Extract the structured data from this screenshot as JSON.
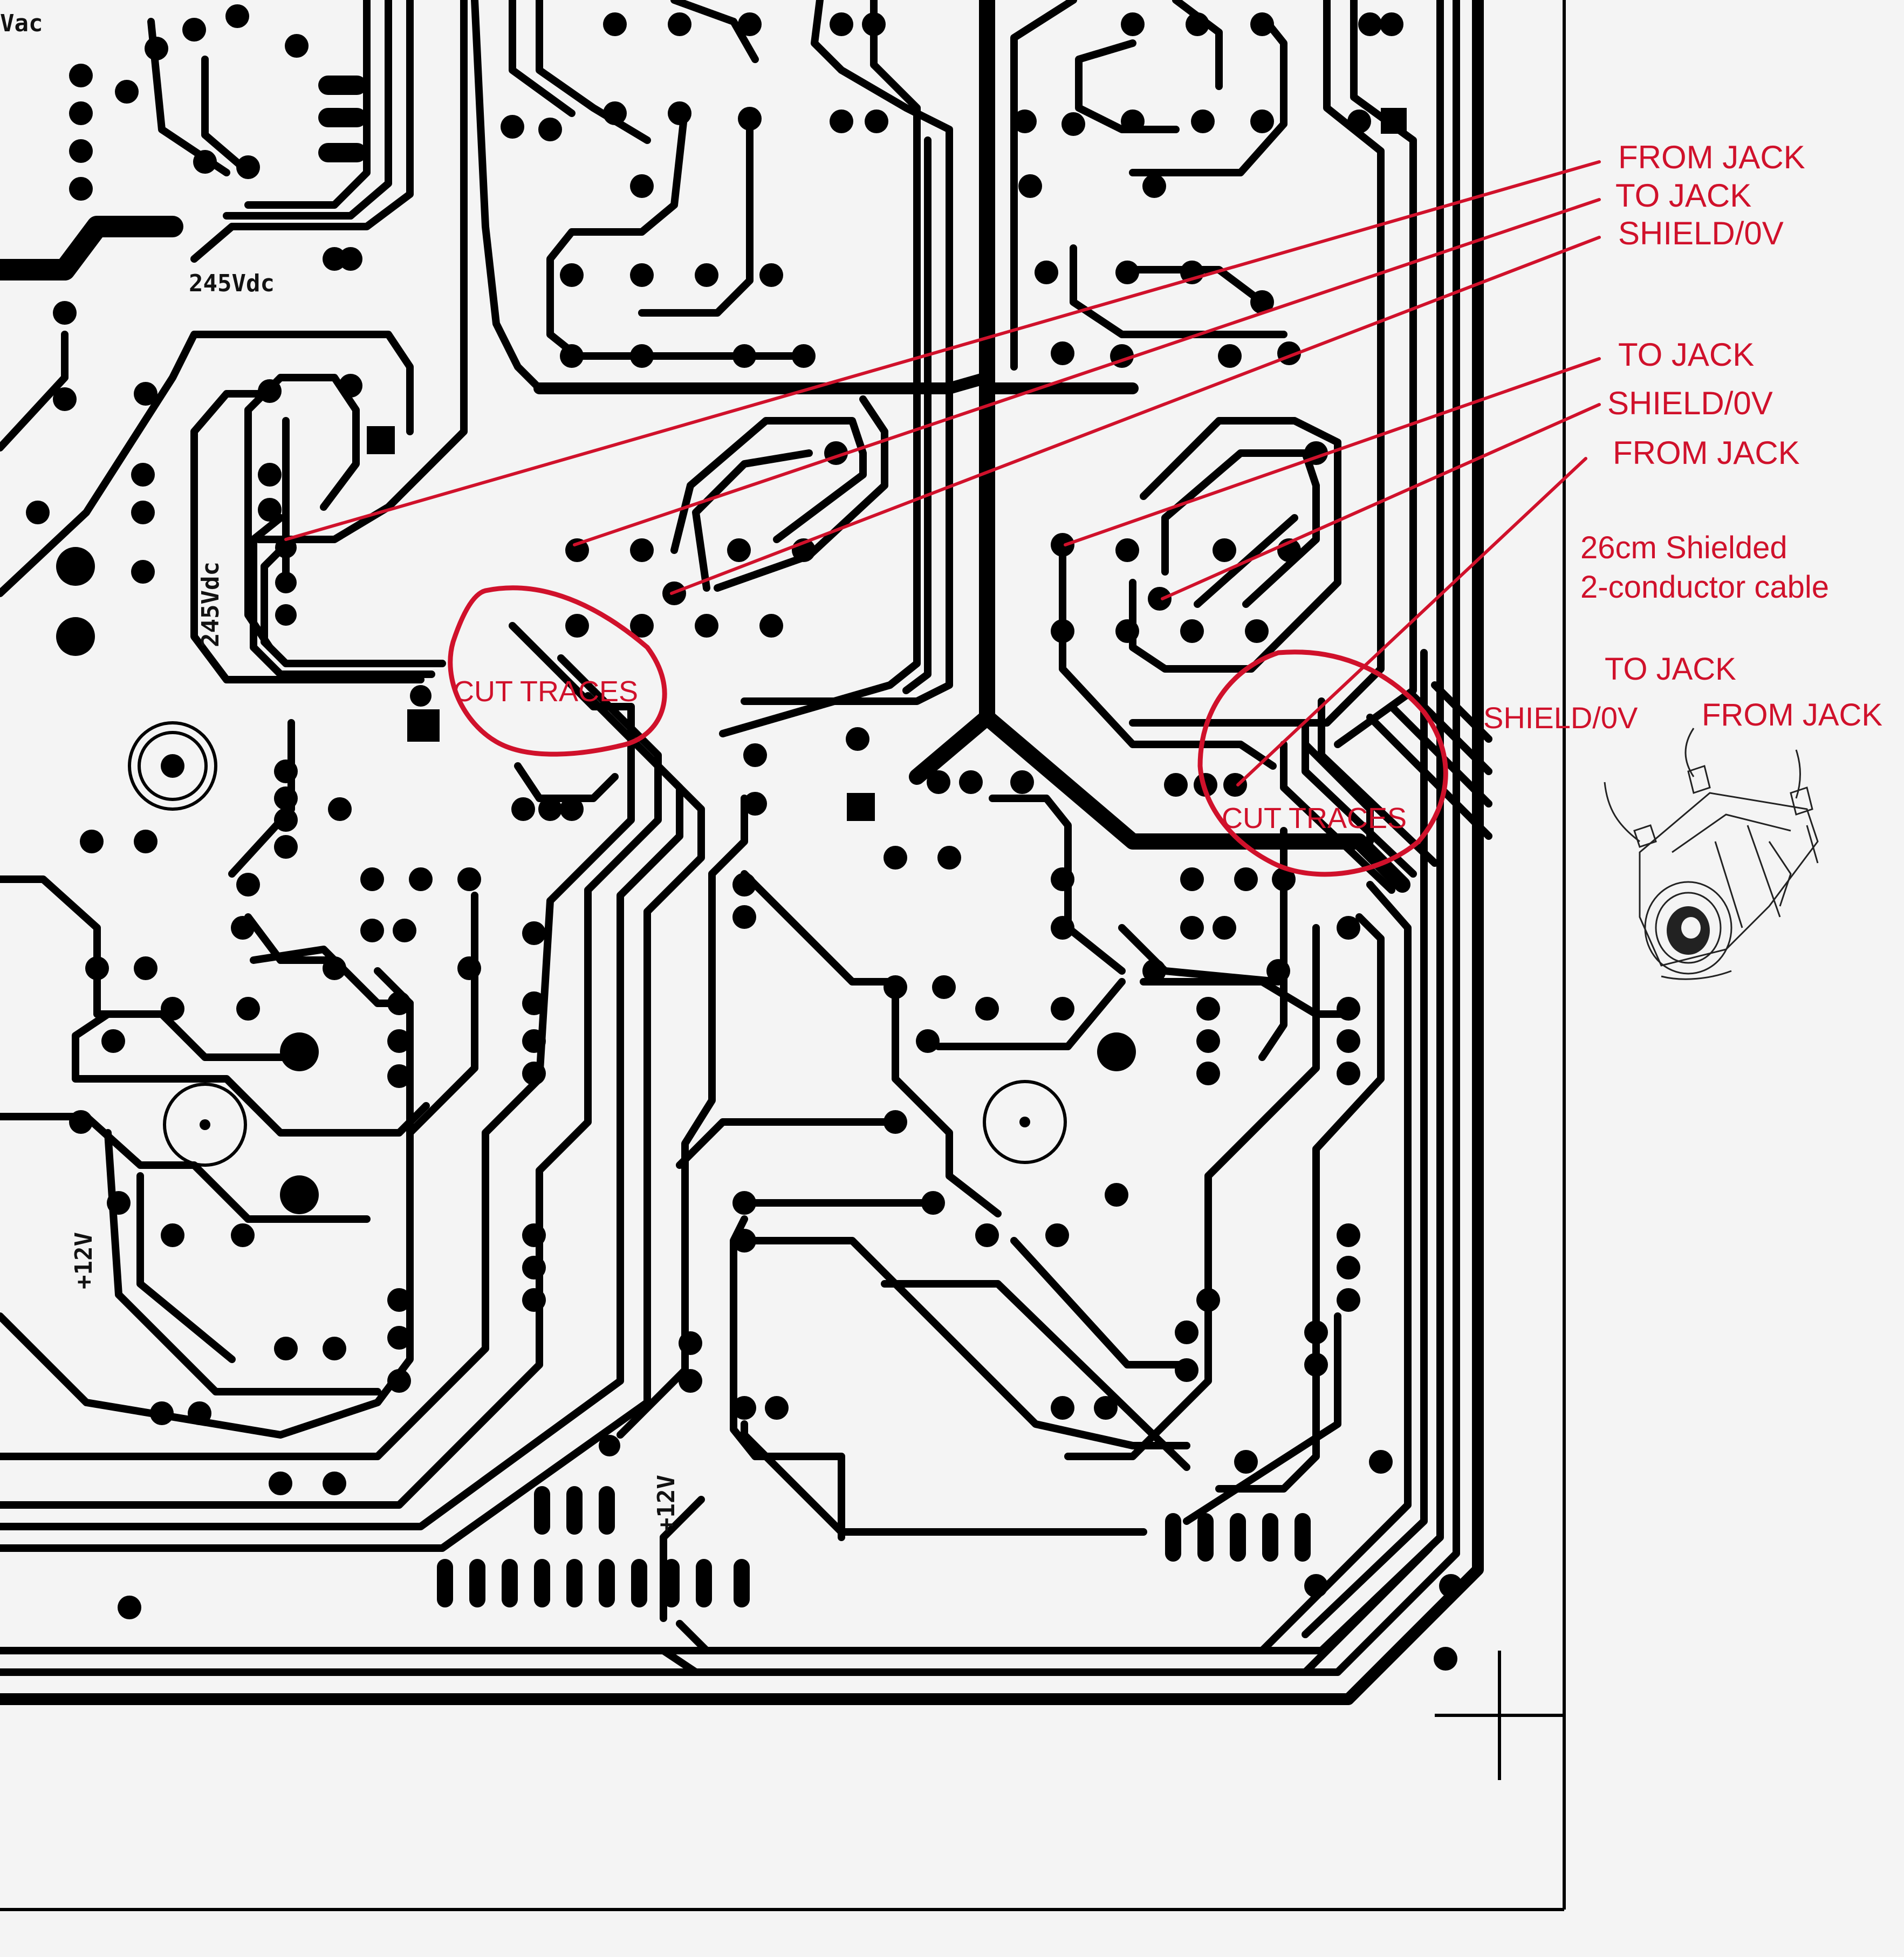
{
  "pcb_labels": {
    "vac_partial": "Vac",
    "supply_245_h": "245Vdc",
    "supply_245_v": "245Vdc",
    "supply_12_left": "+12V",
    "supply_12_mid": "+12V"
  },
  "annotations": {
    "left_group": [
      "FROM JACK",
      "TO JACK",
      "SHIELD/0V"
    ],
    "right_group": [
      "TO JACK",
      "SHIELD/0V",
      "FROM JACK"
    ],
    "cable_line1": "26cm Shielded",
    "cable_line2": "2-conductor cable",
    "jack_to": "TO JACK",
    "jack_shield": "SHIELD/0V",
    "jack_from": "FROM JACK",
    "cut_left": "CUT TRACES",
    "cut_right": "CUT TRACES"
  },
  "colors": {
    "annotation": "#d0112b",
    "copper": "#000000",
    "background": "#f4f4f4"
  },
  "icons": {
    "jack_sketch": "jack-sketch-icon",
    "registration": "crosshair-icon"
  }
}
